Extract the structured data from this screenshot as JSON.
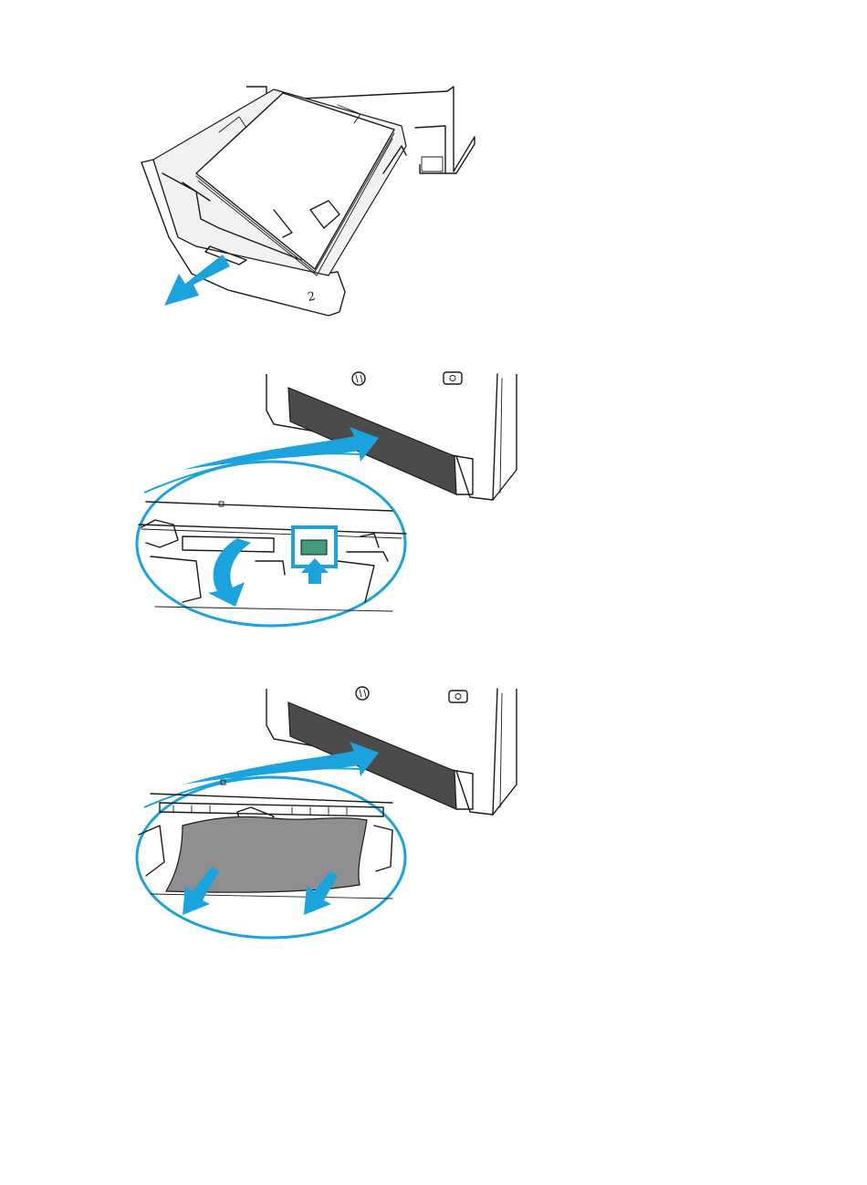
{
  "figures": [
    {
      "id": "step-pull-out-tray",
      "tray_number": "2"
    },
    {
      "id": "step-push-green-latch"
    },
    {
      "id": "step-remove-jammed-paper"
    }
  ],
  "colors": {
    "arrow_accent": "#1aa3dc",
    "latch_green": "#3f9a7e",
    "jam_paper": "#8f8f8f",
    "dark_panel": "#4b4b4b"
  }
}
